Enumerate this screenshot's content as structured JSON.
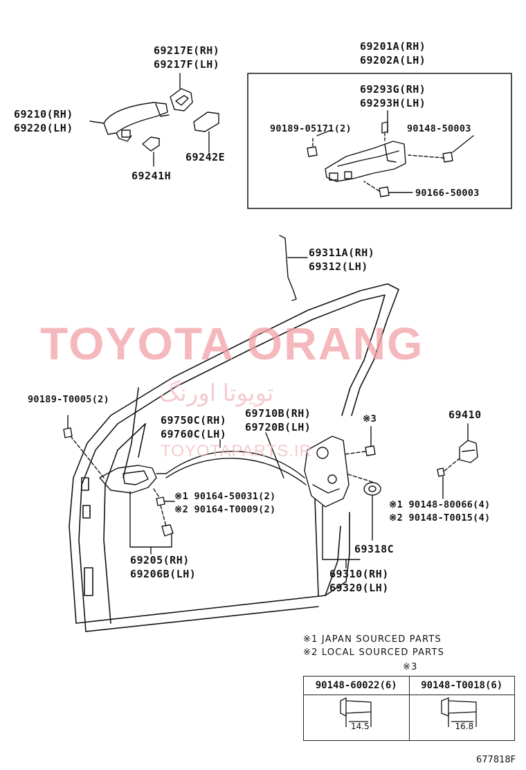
{
  "watermark": {
    "main": "TOYOTA ORANG",
    "arabic": "تويوتا اورنگ",
    "sub": "TOYOTAPARTS.IR"
  },
  "labels": {
    "p69217": [
      "69217E(RH)",
      "69217F(LH)"
    ],
    "p69201": [
      "69201A(RH)",
      "69202A(LH)"
    ],
    "p69210": [
      "69210(RH)",
      "69220(LH)"
    ],
    "p69241": "69241H",
    "p69242": "69242E",
    "p69293": [
      "69293G(RH)",
      "69293H(LH)"
    ],
    "p90189_05171": "90189-05171(2)",
    "p90148_50003": "90148-50003",
    "p90166_50003": "90166-50003",
    "p69311": [
      "69311A(RH)",
      "69312(LH)"
    ],
    "p90189_T0005": "90189-T0005(2)",
    "p69750": [
      "69750C(RH)",
      "69760C(LH)"
    ],
    "p69710": [
      "69710B(RH)",
      "69720B(LH)"
    ],
    "p_note3": "※3",
    "p69410": "69410",
    "p90164": [
      "※1 90164-50031(2)",
      "※2 90164-T0009(2)"
    ],
    "p90148_800": [
      "※1 90148-80066(4)",
      "※2 90148-T0015(4)"
    ],
    "p69205": [
      "69205(RH)",
      "69206B(LH)"
    ],
    "p69318": "69318C",
    "p69310": [
      "69310(RH)",
      "69320(LH)"
    ]
  },
  "notes": {
    "japan": "※1 JAPAN SOURCED PARTS",
    "local": "※2 LOCAL SOURCED PARTS",
    "table_mark": "※3"
  },
  "bolt_table": [
    {
      "part": "90148-60022(6)",
      "length": "14.5"
    },
    {
      "part": "90148-T0018(6)",
      "length": "16.8"
    }
  ],
  "figure_id": "677818F"
}
